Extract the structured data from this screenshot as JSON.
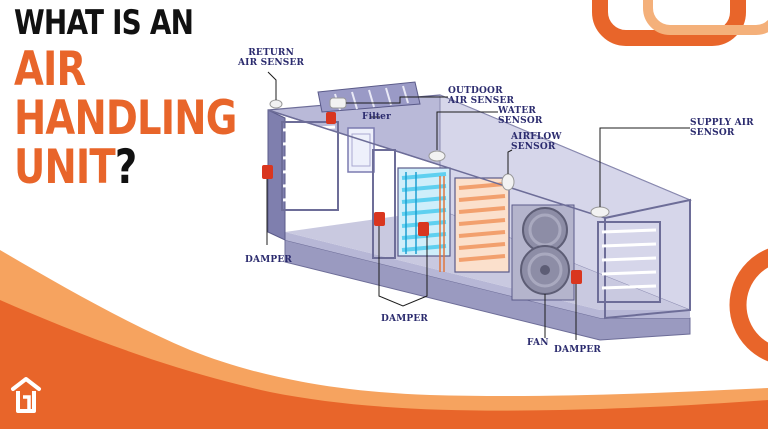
{
  "title": {
    "line1": "WHAT IS AN",
    "line2": "AIR",
    "line3": "HANDLING",
    "line4_main": "UNIT",
    "line4_mark": "?"
  },
  "labels": {
    "return_air_sensor": "RETURN\nAIR SENSER",
    "outdoor_air_sensor": "OUTDOOR\nAIR SENSER",
    "filter": "Filter",
    "water_sensor": "WATER\nSENSOR",
    "airflow_sensor": "AIRFLOW\nSENSOR",
    "supply_air_sensor": "SUPPLY AIR\nSENSOR",
    "damper_left": "DAMPER",
    "damper_middle": "DAMPER",
    "fan": "FAN",
    "damper_right": "DAMPER"
  },
  "colors": {
    "accent_orange": "#e8652a",
    "title_black": "#111111",
    "label_navy": "#2b2b6e",
    "unit_frame": "#8f8fb8",
    "coil_blue": "#5fd0f0",
    "coil_orange": "#f2a06e",
    "damper_red": "#d9361f"
  },
  "icons": {
    "brand_logo": "house-outline-icon"
  }
}
